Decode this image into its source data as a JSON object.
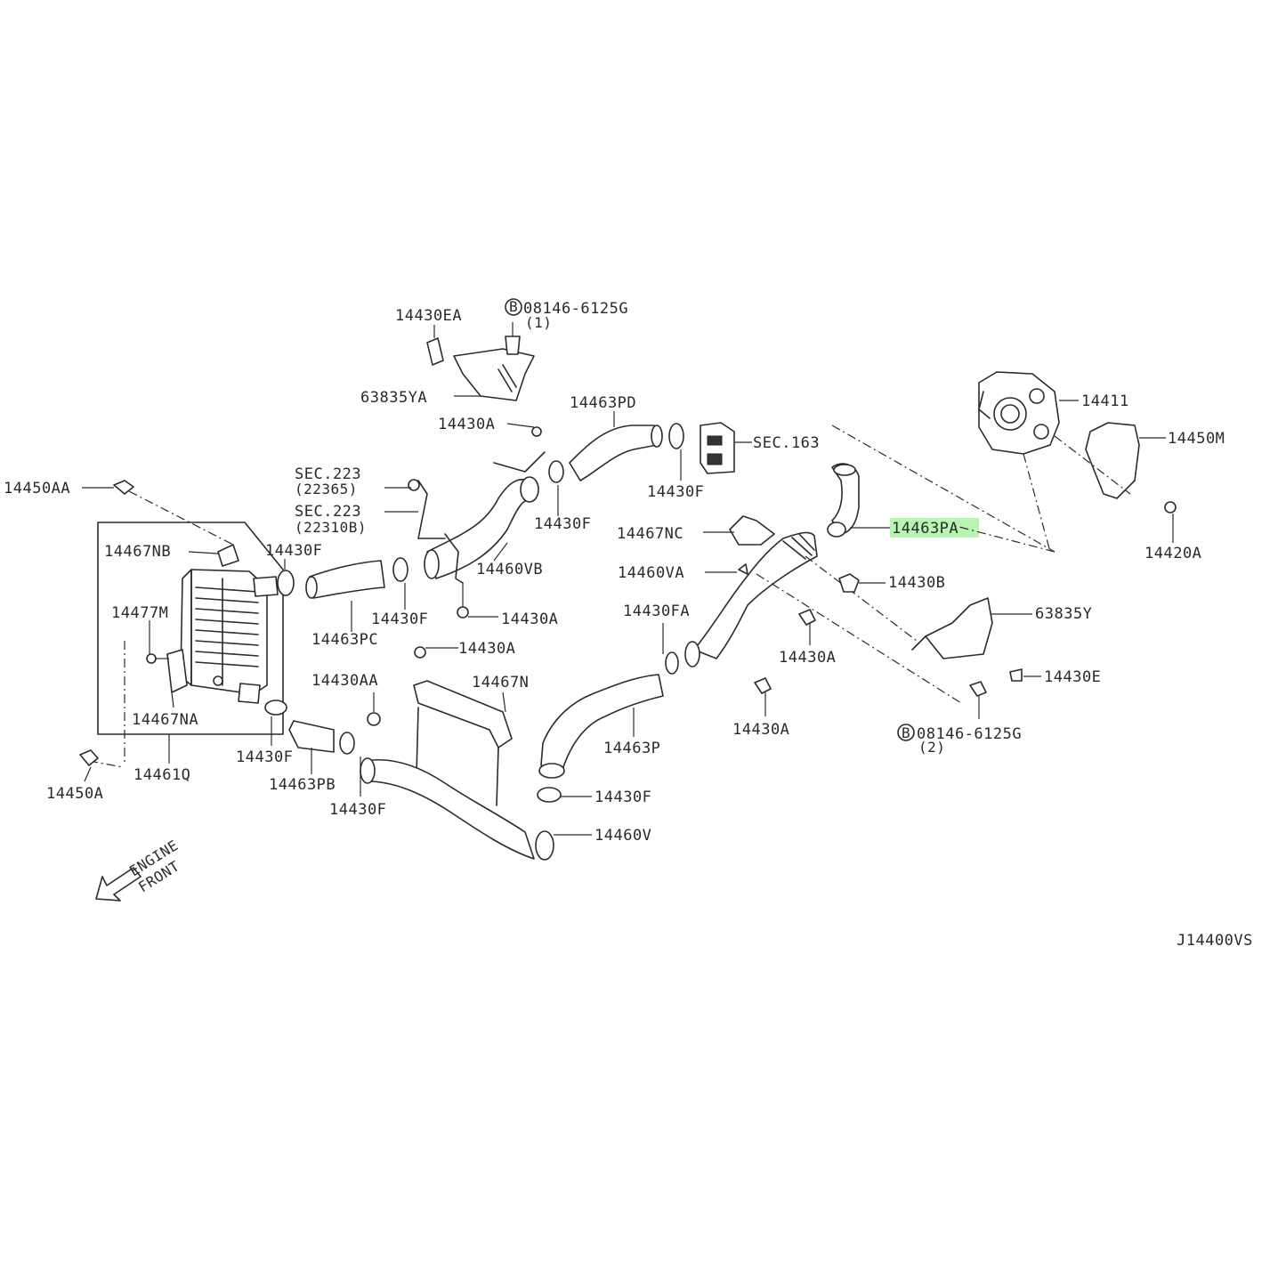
{
  "colors": {
    "highlight": "#b6f5b2",
    "ink": "#2b2b2b"
  },
  "labels": {
    "p14430EA": "14430EA",
    "p08146_top": "08146-6125G",
    "p08146_top_qty": "(1)",
    "p63835YA": "63835YA",
    "p14430A_1": "14430A",
    "p14463PD": "14463PD",
    "p14430F_top": "14430F",
    "sec163": "SEC.163",
    "p14411": "14411",
    "p14450M": "14450M",
    "p14420A": "14420A",
    "p14450AA": "14450AA",
    "sec223_a": "SEC.223",
    "sec223_a_sub": "(22365)",
    "sec223_b": "SEC.223",
    "sec223_b_sub": "(22310B)",
    "p14430F_2": "14430F",
    "p14467NC": "14467NC",
    "p14463PA": "14463PA",
    "p14467NB": "14467NB",
    "p14430F_3": "14430F",
    "p14460VB": "14460VB",
    "p14460VA": "14460VA",
    "p14430B": "14430B",
    "p14477M": "14477M",
    "p14430F_4": "14430F",
    "p14430A_2": "14430A",
    "p14463PC": "14463PC",
    "p14430FA": "14430FA",
    "p63835Y": "63835Y",
    "p14430A_3": "14430A",
    "p14430A_4": "14430A",
    "p14430AA": "14430AA",
    "p14467N": "14467N",
    "p14430E": "14430E",
    "p14467NA": "14467NA",
    "p14430A_5": "14430A",
    "p08146_bot": "08146-6125G",
    "p08146_bot_qty": "(2)",
    "p14430F_5": "14430F",
    "p14463PB": "14463PB",
    "p14463P": "14463P",
    "p14461Q": "14461Q",
    "p14450A": "14450A",
    "p14430F_6": "14430F",
    "p14430F_7": "14430F",
    "p14460V": "14460V",
    "engine": "ENGINE",
    "front": "FRONT",
    "bolt_marker": "B",
    "diagram_code": "J14400VS"
  }
}
